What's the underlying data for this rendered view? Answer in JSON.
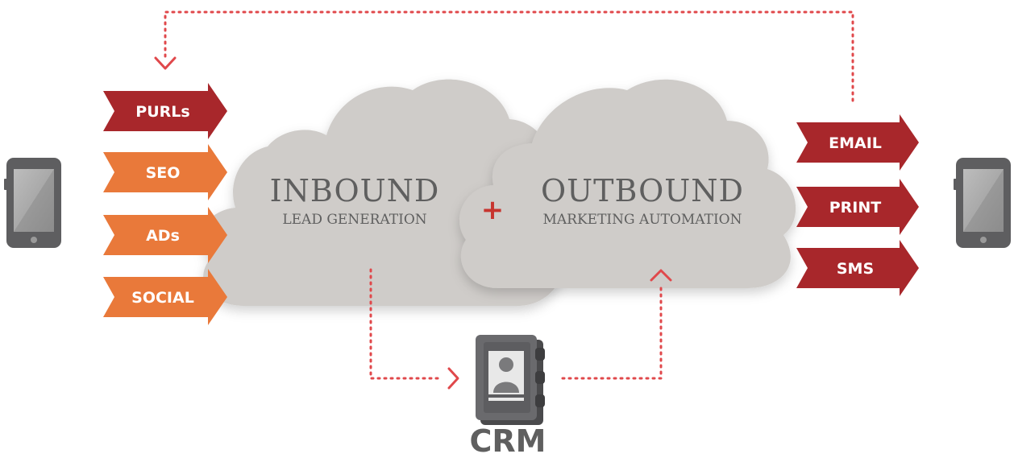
{
  "colors": {
    "dark_red": "#a8272b",
    "orange": "#e9793a",
    "cloud": "#cfccc9",
    "text_gray": "#5f5f5f",
    "plus_red": "#c7352f",
    "dotted_line": "#e0484b",
    "device_gray": "#5e5e60"
  },
  "inbound_channels": [
    "PURLs",
    "SEO",
    "ADs",
    "SOCIAL"
  ],
  "outbound_channels": [
    "EMAIL",
    "PRINT",
    "SMS"
  ],
  "inbound": {
    "title": "INBOUND",
    "subtitle": "LEAD GENERATION"
  },
  "connector": {
    "symbol": "+"
  },
  "outbound": {
    "title": "OUTBOUND",
    "subtitle": "MARKETING AUTOMATION"
  },
  "crm": {
    "label": "CRM",
    "icon": "crm-address-book-icon"
  },
  "devices": {
    "left_icon": "tablet-icon",
    "right_icon": "tablet-icon"
  }
}
